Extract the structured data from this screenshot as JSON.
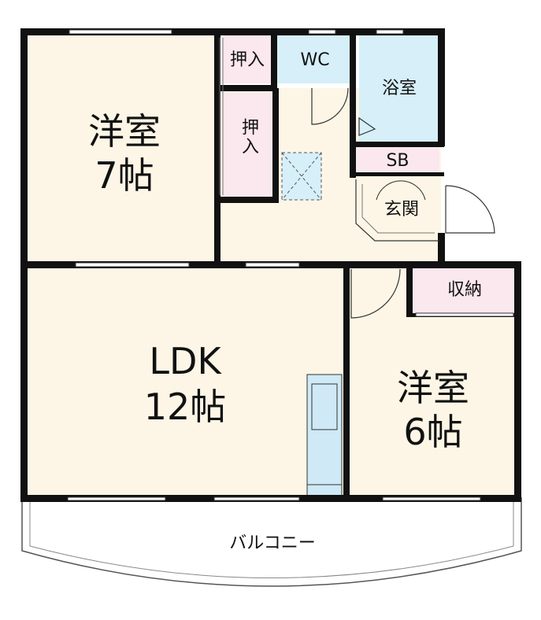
{
  "rooms": {
    "western7": {
      "name": "洋室",
      "size": "7帖"
    },
    "ldk": {
      "name": "LDK",
      "size": "12帖"
    },
    "western6": {
      "name": "洋室",
      "size": "6帖"
    },
    "closet_top": "押入",
    "closet_mid": "押入",
    "wc": "WC",
    "bath": "浴室",
    "sb": "SB",
    "entrance": "玄関",
    "storage": "収納",
    "balcony": "バルコニー"
  },
  "colors": {
    "floor": "#fdf6e6",
    "closet": "#fbe7ee",
    "wet_area": "#d6eff9",
    "kitchen": "#cfe9f6",
    "wall": "#111111",
    "balcony": "#ffffff"
  }
}
